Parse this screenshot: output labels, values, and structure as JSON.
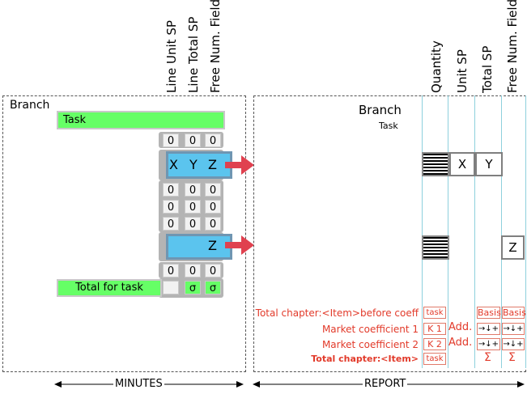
{
  "minutes": {
    "branch": "Branch",
    "task": "Task",
    "headers": [
      "Line Unit SP",
      "Line Total SP",
      "Free Num. Field"
    ],
    "zero": "0",
    "xyz": [
      "X",
      "Y",
      "Z"
    ],
    "z_only": "Z",
    "total_for_task": "Total for task",
    "sigma": "σ",
    "footer": "MINUTES"
  },
  "report": {
    "branch": "Branch",
    "task": "Task",
    "headers": [
      "Quantity",
      "Unit SP",
      "Total SP",
      "Free Num. Field"
    ],
    "row1": [
      "X",
      "Y"
    ],
    "row2": "Z",
    "lines": {
      "before_coeff": "Total chapter:<Item>before coeff",
      "market1": "Market coefficient 1",
      "market2": "Market coefficient 2",
      "total": "Total chapter:<Item>"
    },
    "cells": {
      "task": "task",
      "basis": "Basis",
      "k1": "K 1",
      "k2": "K 2",
      "add": "Add.",
      "arrows": "→↓+",
      "sum": "Σ"
    },
    "footer": "REPORT"
  },
  "colors": {
    "green": "#66ff66",
    "cyan": "#5bc4ee",
    "red_arrow": "#e0414f",
    "red_text": "#e23a2a"
  }
}
